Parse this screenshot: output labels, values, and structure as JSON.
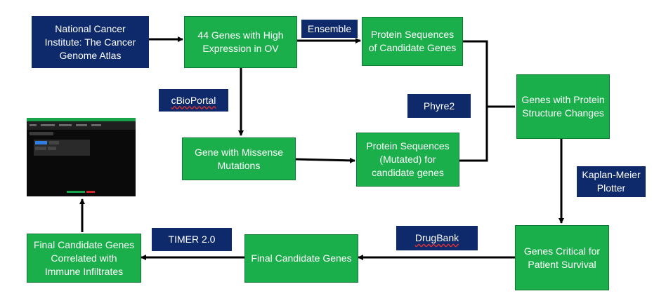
{
  "nodes": {
    "nci_tcga": "National Cancer\nInstitute: The Cancer\nGenome Atlas",
    "high_expression": "44 Genes with High\nExpression in OV",
    "protein_seq_candidate": "Protein Sequences\nof Candidate Genes",
    "missense": "Gene with Missense\nMutations",
    "protein_seq_mutated": "Protein Sequences\n(Mutated) for\ncandidate genes",
    "structure_changes": "Genes with Protein\nStructure Changes",
    "survival_critical": "Genes Critical for\nPatient Survival",
    "final_candidates": "Final Candidate Genes",
    "final_immune": "Final Candidate Genes\nCorrelated with\nImmune Infiltrates"
  },
  "tools": {
    "ensemble": "Ensemble",
    "cbioportal": "cBioPortal",
    "phyre2": "Phyre2",
    "kaplan_meier": "Kaplan-Meier\nPlotter",
    "drugbank": "DrugBank",
    "timer": "TIMER 2.0"
  },
  "colors": {
    "process_box": "#1aaf4b",
    "tool_box": "#0e2a6b",
    "arrow": "#000000"
  },
  "screenshot_icon": "app-screenshot"
}
